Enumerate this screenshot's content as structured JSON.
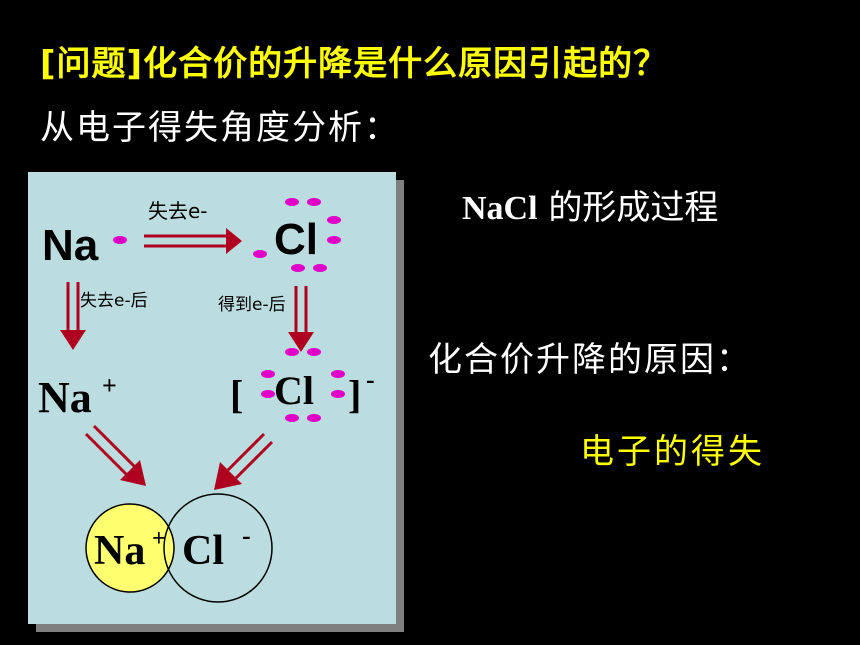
{
  "question": "[问题]化合价的升降是什么原因引起的？",
  "intro": "从电子得失角度分析：",
  "right": {
    "formation_label_en": "NaCl",
    "formation_label_cn": " 的形成过程",
    "reason_label": "化合价升降的原因：",
    "answer": "电子的得失"
  },
  "diagram": {
    "na": "Na",
    "cl": "Cl",
    "arrow_lose": "失去e-",
    "after_lose": "失去e-后",
    "after_gain": "得到e-后",
    "na_ion_base": "Na",
    "na_ion_sup": "+",
    "bracket_left": "[",
    "cl_ion": "Cl",
    "bracket_right": "]",
    "bracket_sup": "-",
    "prod_na": "Na",
    "prod_na_sup": "+",
    "prod_cl": "Cl",
    "prod_cl_sup": "-"
  },
  "colors": {
    "background": "#000000",
    "highlight_text": "#ffff00",
    "panel": "#bcdde0",
    "arrow": "#b00020",
    "electron": "#e000c8",
    "sodium_circle": "#ffff70"
  }
}
